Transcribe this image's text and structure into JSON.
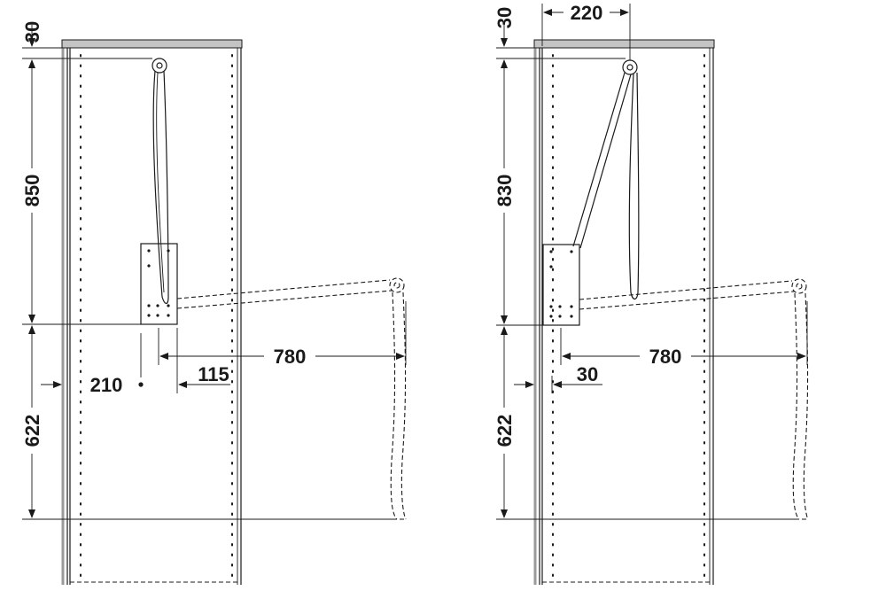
{
  "left": {
    "dim_top": "30",
    "dim_height": "850",
    "dim_depth": "780",
    "dim_offset": "115",
    "dim_mount": "210",
    "dim_bottom": "622"
  },
  "right": {
    "dim_top": "30",
    "dim_width": "220",
    "dim_height": "830",
    "dim_depth": "780",
    "dim_offset": "30",
    "dim_bottom": "622"
  },
  "colors": {
    "line": "#1a1a1a",
    "panel_edge": "#b8b8b8"
  }
}
